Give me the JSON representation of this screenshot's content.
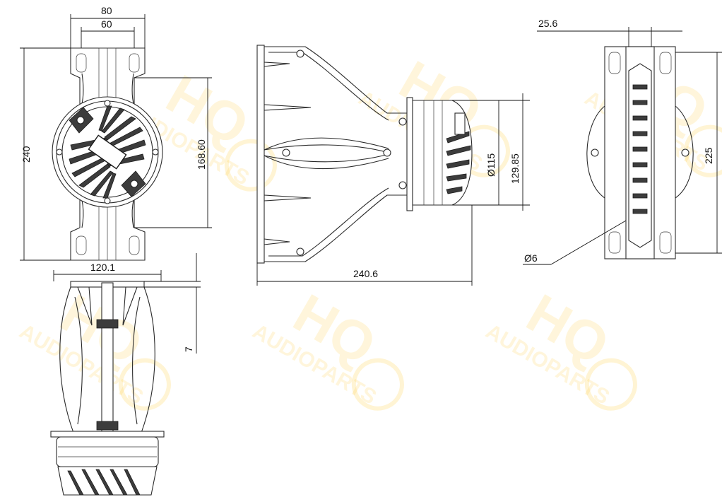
{
  "watermark": {
    "brand": "HQ",
    "name": "AUDIOPARTS",
    "color": "#ffcc3d"
  },
  "dimensions": {
    "front_width_outer": "80",
    "front_width_inner": "60",
    "front_height": "240",
    "front_mount_spacing": "168.60",
    "bottom_width": "120.1",
    "bottom_flange": "7",
    "side_length": "240.6",
    "side_diameter": "115",
    "side_height": "129.85",
    "right_thickness": "25.6",
    "right_height": "225",
    "right_hole": "6"
  },
  "diameter_symbol": "Ø"
}
